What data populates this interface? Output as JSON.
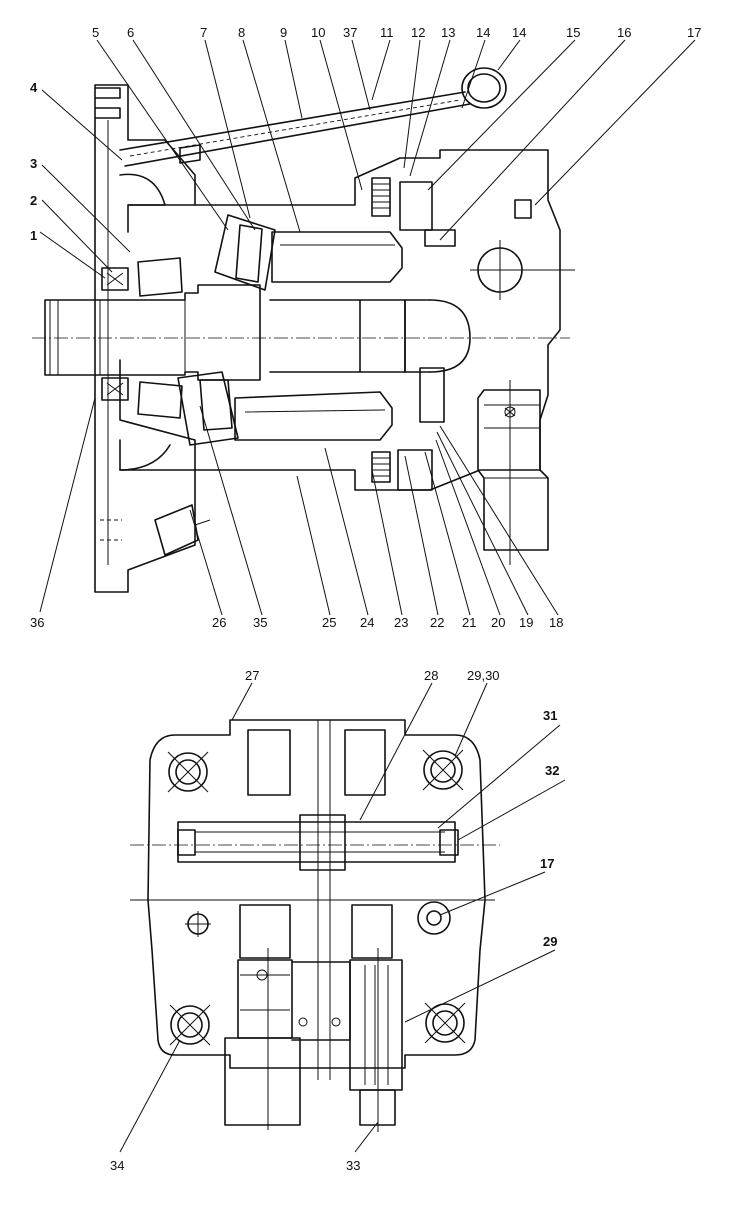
{
  "top_view": {
    "callouts": [
      "1",
      "2",
      "3",
      "4",
      "5",
      "6",
      "7",
      "8",
      "9",
      "10",
      "11",
      "12",
      "13",
      "14",
      "14",
      "15",
      "16",
      "17",
      "18",
      "19",
      "20",
      "21",
      "22",
      "23",
      "24",
      "25",
      "26",
      "35",
      "36",
      "37"
    ]
  },
  "bottom_view": {
    "callouts": [
      "27",
      "28",
      "29,30",
      "31",
      "32",
      "17",
      "29",
      "33",
      "34"
    ]
  }
}
